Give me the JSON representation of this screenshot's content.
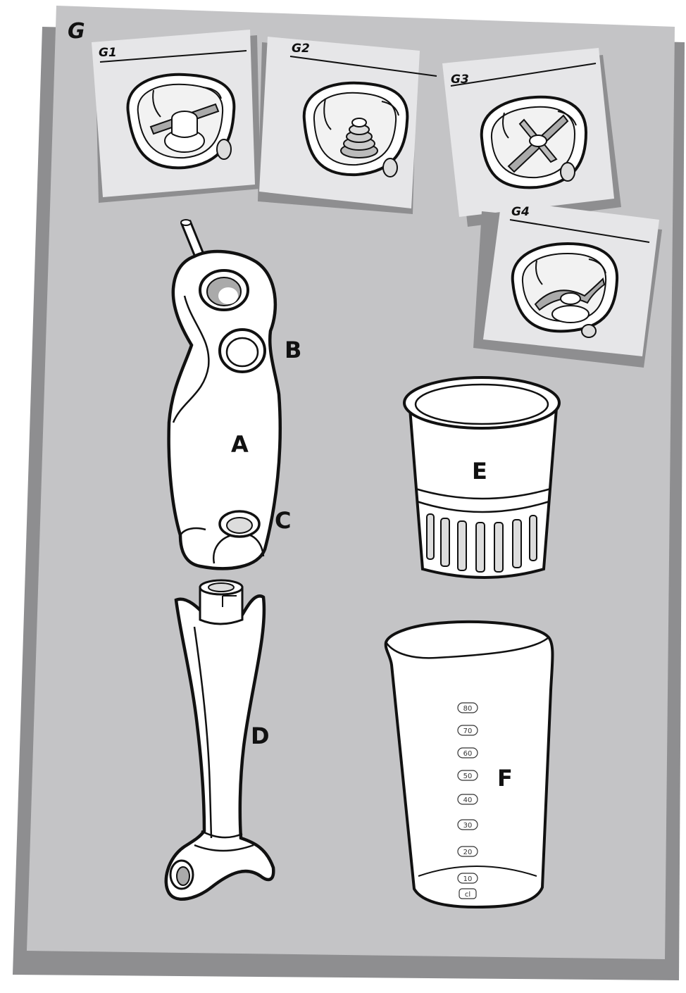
{
  "page": {
    "section_label": "G"
  },
  "insets": [
    {
      "label": "G1"
    },
    {
      "label": "G2"
    },
    {
      "label": "G3"
    },
    {
      "label": "G4"
    }
  ],
  "parts": {
    "motor_unit": "A",
    "speed_button_top": "B",
    "speed_button_bottom": "C",
    "blender_shaft": "D",
    "chopper_bowl": "E",
    "beaker": "F"
  },
  "beaker_graduations": [
    "80",
    "70",
    "60",
    "50",
    "40",
    "30",
    "20",
    "10",
    "cl"
  ],
  "colors": {
    "panel": "#c4c4c6",
    "panel_shadow": "#8e8e90",
    "inset_card": "#e6e6e8",
    "outline": "#111111",
    "part_fill": "#ffffff"
  }
}
